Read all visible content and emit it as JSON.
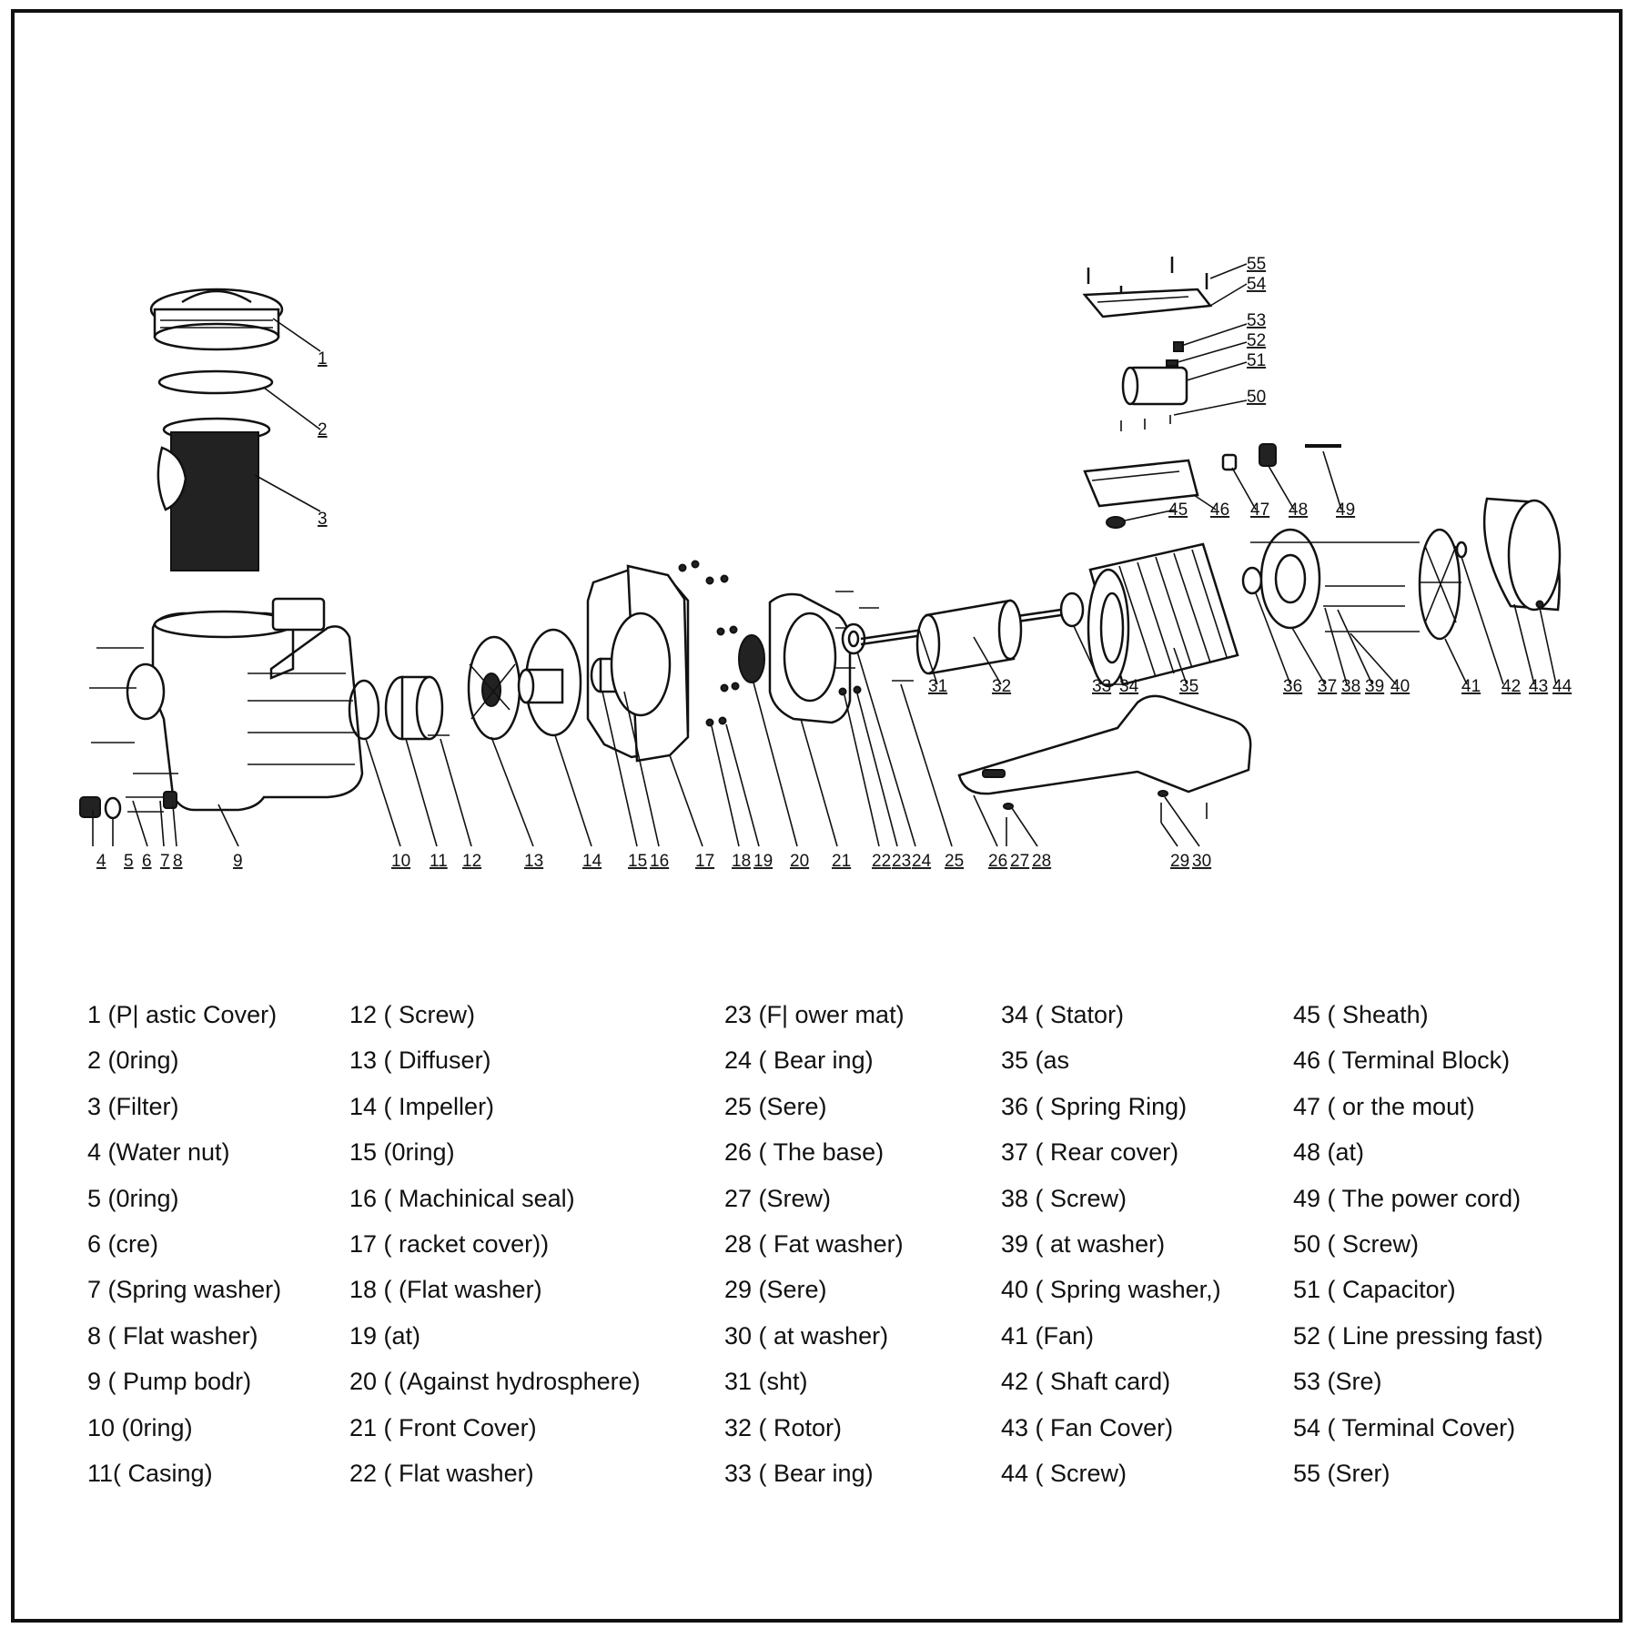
{
  "callouts": [
    "1",
    "2",
    "3",
    "4",
    "5",
    "6",
    "7",
    "8",
    "9",
    "10",
    "11",
    "12",
    "13",
    "14",
    "15",
    "16",
    "17",
    "18",
    "19",
    "20",
    "21",
    "22",
    "23",
    "24",
    "25",
    "26",
    "27",
    "28",
    "29",
    "30",
    "31",
    "32",
    "33",
    "34",
    "35",
    "36",
    "37",
    "38",
    "39",
    "40",
    "41",
    "42",
    "43",
    "44",
    "45",
    "46",
    "47",
    "48",
    "49",
    "50",
    "51",
    "52",
    "53",
    "54",
    "55"
  ],
  "legend": {
    "col1": [
      "1 (P| astic Cover)",
      "2 (0ring)",
      "3 (Filter)",
      "4 (Water nut)",
      "5 (0ring)",
      "6 (cre)",
      "7 (Spring washer)",
      "8 ( Flat washer)",
      "9 ( Pump bodr)",
      "10 (0ring)",
      "11( Casing)"
    ],
    "col2": [
      "12 ( Screw)",
      "13 ( Diffuser)",
      "14 ( Impeller)",
      "15 (0ring)",
      "16 ( Machinical seal)",
      "17 ( racket cover))",
      "18 ( (Flat washer)",
      "19 (at)",
      "20 ( (Against hydrosphere)",
      "21 ( Front Cover)",
      "22 ( Flat washer)"
    ],
    "col3": [
      "23 (F| ower mat)",
      "24 ( Bear ing)",
      "25 (Sere)",
      "26 ( The base)",
      "27 (Srew)",
      "28 ( Fat washer)",
      "29 (Sere)",
      "30 ( at washer)",
      "31 (sht)",
      "32 ( Rotor)",
      "33 ( Bear ing)"
    ],
    "col4": [
      "34 ( Stator)",
      "35 (as",
      "36 ( Spring Ring)",
      "37 ( Rear cover)",
      "38 ( Screw)",
      "39 ( at washer)",
      "40 ( Spring washer,)",
      "41 (Fan)",
      "42 ( Shaft card)",
      "43 ( Fan Cover)",
      "44 ( Screw)"
    ],
    "col5": [
      "45 ( Sheath)",
      "46 ( Terminal Block)",
      "47 ( or the mout)",
      "48 (at)",
      "49 ( The power cord)",
      "50 ( Screw)",
      "51 ( Capacitor)",
      "52 ( Line pressing fast)",
      "53 (Sre)",
      "54 ( Terminal Cover)",
      "55 (Srer)"
    ]
  }
}
